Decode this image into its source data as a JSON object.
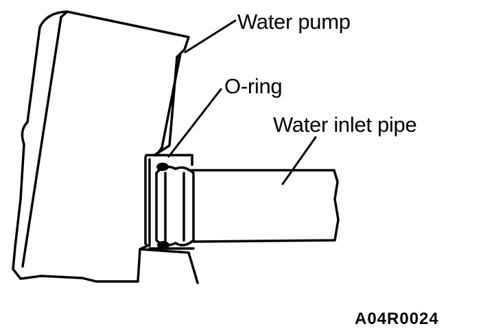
{
  "labels": {
    "water_pump": "Water pump",
    "o_ring": "O-ring",
    "water_inlet_pipe": "Water inlet pipe",
    "figure_code": "A04R0024"
  },
  "colors": {
    "ink": "#000000",
    "paper": "#ffffff"
  }
}
